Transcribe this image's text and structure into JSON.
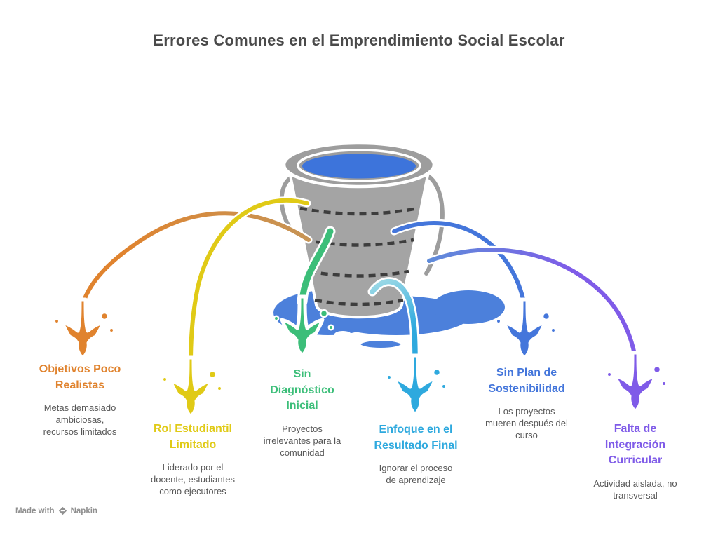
{
  "title": "Errores Comunes en el Emprendimiento Social Escolar",
  "bucket": {
    "body_color": "#A4A4A4",
    "rim_color": "#9D9D9D",
    "outline_color": "#FFFFFF",
    "water_color": "#3D74DB",
    "puddle_color": "#4C80DB",
    "dash_color": "#3D3D3D"
  },
  "items": [
    {
      "id": "objetivos-poco-realistas",
      "title": "Objetivos Poco\nRealistas",
      "desc": "Metas demasiado\nambiciosas,\nrecursos limitados",
      "color": "#E0832E",
      "arc_start_color": "#C79455"
    },
    {
      "id": "rol-estudiantil-limitado",
      "title": "Rol Estudiantil\nLimitado",
      "desc": "Liderado por el\ndocente, estudiantes\ncomo ejecutores",
      "color": "#E0CA16"
    },
    {
      "id": "sin-diagnostico-inicial",
      "title": "Sin\nDiagnóstico\nInicial",
      "desc": "Proyectos\nirrelevantes para la\ncomunidad",
      "color": "#3CBE79"
    },
    {
      "id": "enfoque-resultado-final",
      "title": "Enfoque en el\nResultado Final",
      "desc": "Ignorar el proceso\nde aprendizaje",
      "color": "#2EA9DE",
      "arc_start_color": "#9BD9E6"
    },
    {
      "id": "sin-plan-sostenibilidad",
      "title": "Sin Plan de\nSostenibilidad",
      "desc": "Los proyectos\nmueren después del\ncurso",
      "color": "#4476DB"
    },
    {
      "id": "falta-integracion-curricular",
      "title": "Falta de\nIntegración\nCurricular",
      "desc": "Actividad aislada, no\ntransversal",
      "color": "#7F5BE8",
      "arc_start_color": "#5F8BDA"
    }
  ],
  "watermark": {
    "prefix": "Made with",
    "brand": "Napkin"
  }
}
